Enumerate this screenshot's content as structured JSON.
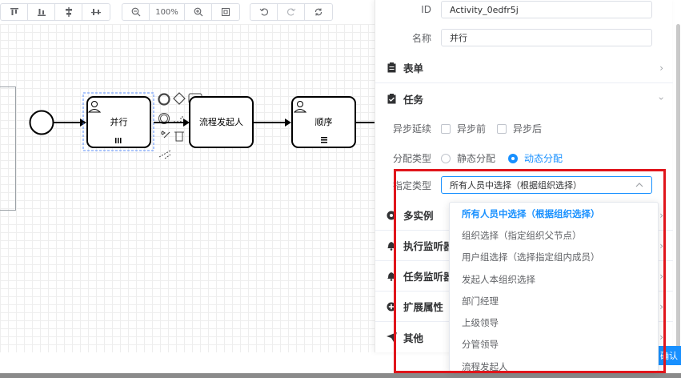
{
  "toolbar": {
    "align_buttons": [
      "align-top-icon",
      "align-bottom-icon",
      "align-center-icon",
      "distribute-icon"
    ],
    "zoom_out_icon": "zoom-out-icon",
    "zoom_level": "100%",
    "zoom_in_icon": "zoom-in-icon",
    "fit_icon": "fit-screen-icon",
    "undo_icon": "undo-icon",
    "redo_icon": "redo-icon",
    "reset_icon": "refresh-icon"
  },
  "diagram": {
    "nodes": [
      {
        "label": "并行"
      },
      {
        "label": "流程发起人"
      },
      {
        "label": "顺序"
      }
    ]
  },
  "panel": {
    "id_label": "ID",
    "id_value": "Activity_0edfr5j",
    "name_label": "名称",
    "name_value": "并行",
    "sections": {
      "form": "表单",
      "task": "任务",
      "multi": "多实例",
      "exec_listener": "执行监听器",
      "task_listener": "任务监听器",
      "ext_props": "扩展属性",
      "other": "其他"
    },
    "async_label": "异步延续",
    "async_before": "异步前",
    "async_after": "异步后",
    "assign_type_label": "分配类型",
    "assign_static": "静态分配",
    "assign_dynamic": "动态分配",
    "designate_label": "指定类型",
    "designate_value": "所有人员中选择（根据组织选择）"
  },
  "dropdown": {
    "options": [
      "所有人员中选择（根据组织选择）",
      "组织选择（指定组织父节点）",
      "用户组选择（选择指定组内成员）",
      "发起人本组织选择",
      "部门经理",
      "上级领导",
      "分管领导",
      "流程发起人"
    ]
  },
  "confirm_label": "确认",
  "colors": {
    "accent": "#1890ff",
    "highlight": "#e0151b"
  }
}
